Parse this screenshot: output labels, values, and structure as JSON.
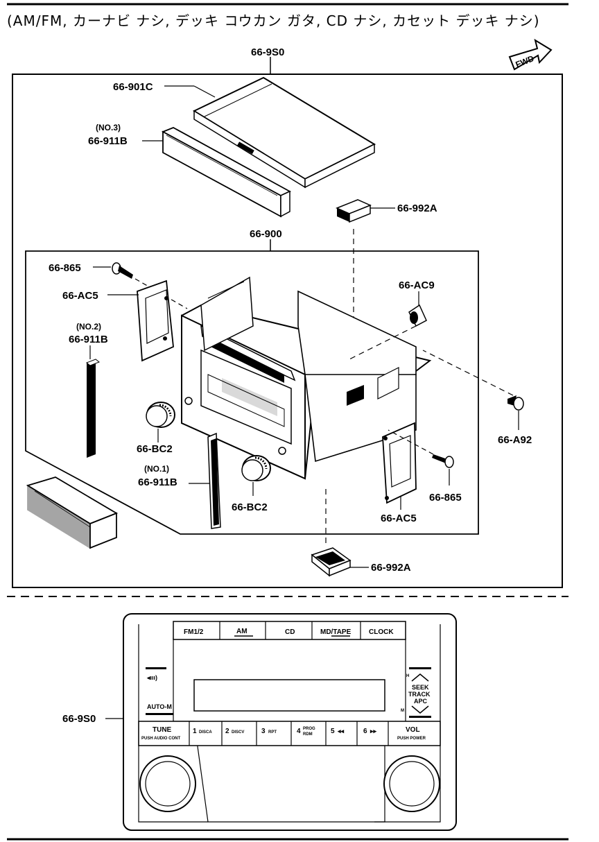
{
  "header": {
    "conditions": "(AM/FM, カーナビ ナシ, デッキ コウカン ガタ, CD ナシ, カセット デッキ ナシ)"
  },
  "fwd_label": "FWD",
  "labels": {
    "assembly_top": "66-9S0",
    "cover": "66-901C",
    "insulator_no3_note": "(NO.3)",
    "insulator_no3": "66-911B",
    "pad_top": "66-992A",
    "unit": "66-900",
    "screw_left": "66-865",
    "bracket_left": "66-AC5",
    "insulator_no2_note": "(NO.2)",
    "insulator_no2": "66-911B",
    "knob_left": "66-BC2",
    "insulator_no1_note": "(NO.1)",
    "insulator_no1": "66-911B",
    "knob_right": "66-BC2",
    "bushing": "66-AC9",
    "bolt": "66-A92",
    "screw_right": "66-865",
    "bracket_right": "66-AC5",
    "pad_bottom": "66-992A",
    "panel": "66-9S0"
  },
  "panel_buttons": {
    "fm": "FM1/2",
    "am": "AM",
    "cd": "CD",
    "md_tape": "MD/TAPE",
    "clock": "CLOCK",
    "tune": "TUNE",
    "tune_sub": "PUSH AUDIO CONT",
    "preset1_num": "1",
    "preset1_sub": "DISCA",
    "preset2_num": "2",
    "preset2_sub": "DISCV",
    "preset3_num": "3",
    "preset3_sub": "RPT",
    "preset4_num": "4",
    "preset4_sub1": "PROG",
    "preset4_sub2": "RDM",
    "preset5_num": "5",
    "preset5_sub": "◂◂",
    "preset6_num": "6",
    "preset6_sub": "▸▸",
    "vol": "VOL",
    "vol_sub": "PUSH POWER",
    "seek": "SEEK",
    "track": "TRACK",
    "apc": "APC",
    "auto_m": "AUTO-M",
    "signal": "◂ııı)",
    "h": "H",
    "m": "M"
  }
}
